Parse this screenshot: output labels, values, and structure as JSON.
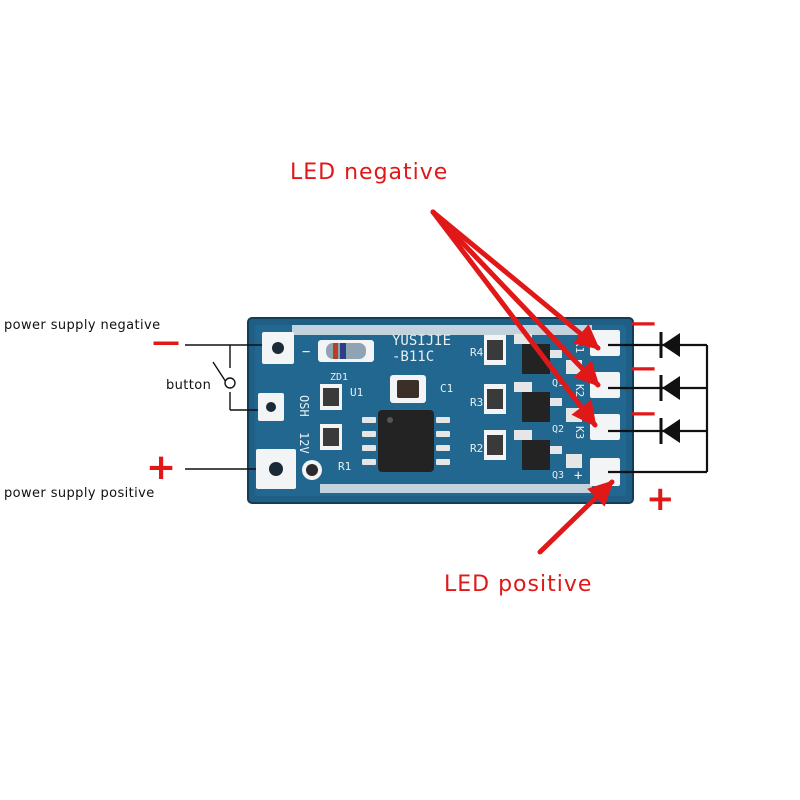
{
  "labels": {
    "supply_negative": "power supply negative",
    "supply_positive": "power supply positive",
    "button": "button",
    "led_negative": "LED negative",
    "led_positive": "LED positive"
  },
  "signs": {
    "minus": "—",
    "plus": "+"
  },
  "board": {
    "brand": "YUSIJIE",
    "model": "-B11C",
    "pin_minus": "−",
    "pin_osh": "OSH",
    "pin_12v": "12V",
    "pin_k1": "K1",
    "pin_k2": "K2",
    "pin_k3": "K3",
    "pin_plus": "+",
    "ref_r4": "R4",
    "ref_r3": "R3",
    "ref_r2": "R2",
    "ref_r1": "R1",
    "ref_q1": "Q1",
    "ref_q2": "Q2",
    "ref_q3": "Q3",
    "ref_c1": "C1",
    "ref_u1": "U1",
    "ref_zd1": "ZD1"
  },
  "colors": {
    "annotation_red": "#e01818",
    "pcb_blue": "#1f5f86",
    "pcb_dark": "#184e70",
    "pad_white": "#f2f4f6",
    "wire_black": "#111111"
  },
  "icons": {
    "arrow": "arrow-icon",
    "diode": "diode-icon",
    "switch": "switch-icon"
  }
}
